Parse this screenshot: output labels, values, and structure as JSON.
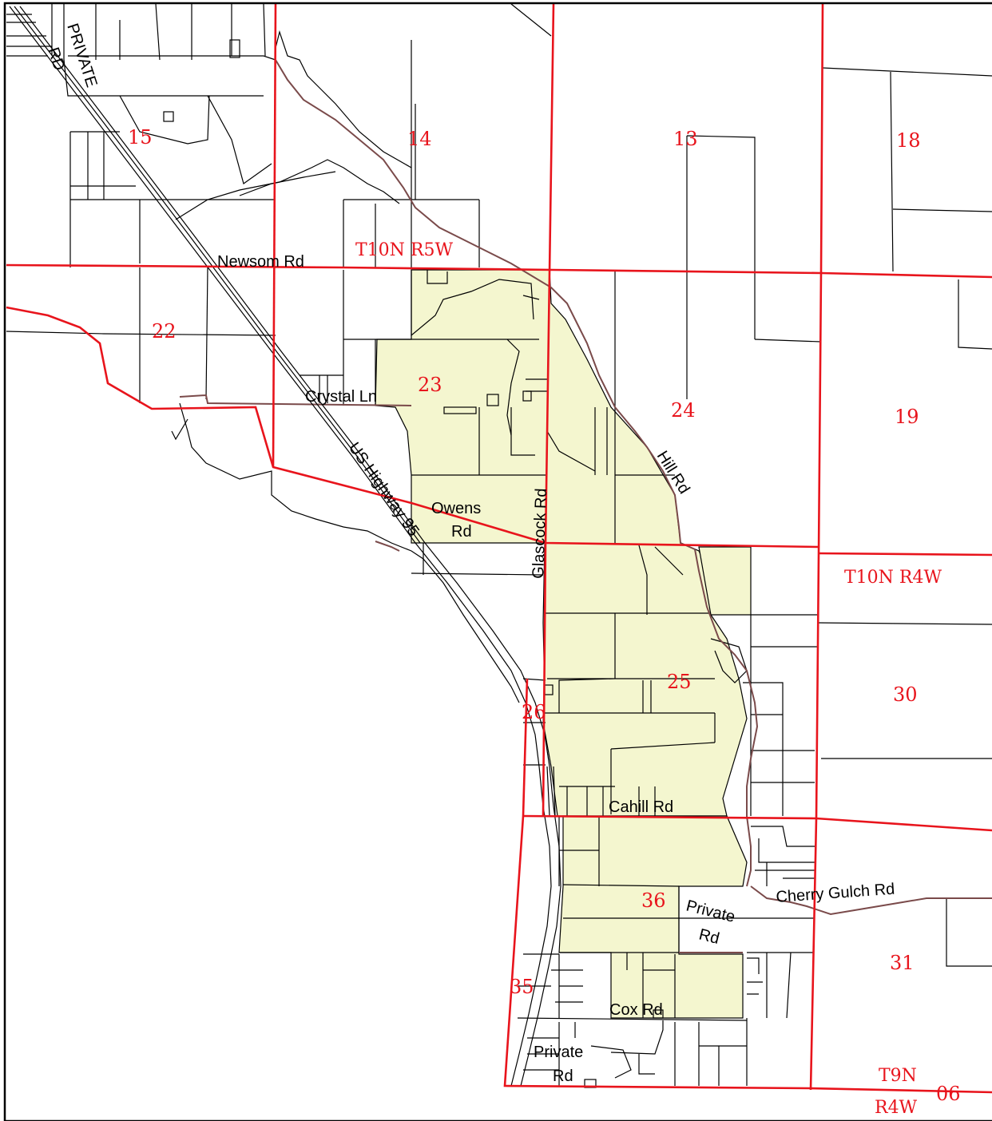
{
  "colors": {
    "section_line": "#e8141c",
    "road_line": "#7a4a4a",
    "highlight_fill": "#f4f6cf",
    "parcel_line": "#000000",
    "section_label": "#e8141c"
  },
  "section_numbers": {
    "s15": "15",
    "s14": "14",
    "s13": "13",
    "s18": "18",
    "s22": "22",
    "s23": "23",
    "s24": "24",
    "s19": "19",
    "s25": "25",
    "s26": "26",
    "s30": "30",
    "s36": "36",
    "s35": "35",
    "s31": "31",
    "s06": "06"
  },
  "township_labels": {
    "t10n_r5w": "T10N R5W",
    "t10n_r4w": "T10N R4W",
    "t9n_line1": "T9N",
    "t9n_line2": "R4W"
  },
  "road_labels": {
    "private_rd_nw_line1": "PRIVATE",
    "private_rd_nw_line2": "RD",
    "newsom_rd": "Newsom Rd",
    "crystal_ln": "Crystal Ln",
    "us_highway_95": "US Highway 95",
    "owens_rd_line1": "Owens",
    "owens_rd_line2": "Rd",
    "glascock_rd": "Glascock Rd",
    "hill_rd": "Hill Rd",
    "cahill_rd": "Cahill Rd",
    "cherry_gulch_rd": "Cherry Gulch Rd",
    "private_rd_mid_line1": "Private",
    "private_rd_mid_line2": "Rd",
    "cox_rd": "Cox Rd",
    "private_rd_s_line1": "Private",
    "private_rd_s_line2": "Rd"
  }
}
